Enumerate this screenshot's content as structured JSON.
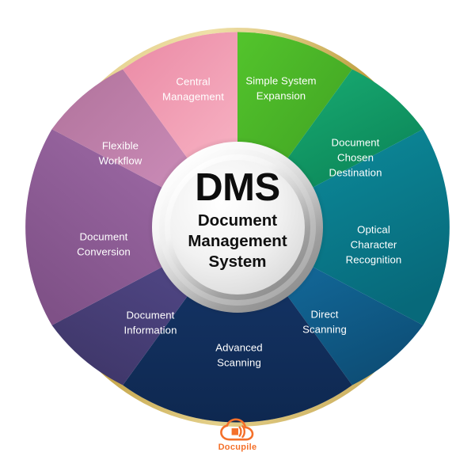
{
  "diagram": {
    "type": "segmented-wheel",
    "segment_count": 10,
    "hub": {
      "acronym": "DMS",
      "expansion_line_1": "Document",
      "expansion_line_2": "Management",
      "expansion_line_3": "System"
    },
    "ring_color": "#c9a84c",
    "segments": [
      {
        "id": "simple-system-expansion",
        "label_line_1": "Simple System",
        "label_line_2": "Expansion",
        "color": "#4cb828",
        "color_dark": "#3f9f22"
      },
      {
        "id": "document-chosen-destination",
        "label_line_1": "Document",
        "label_line_2": "Chosen",
        "label_line_3": "Destination",
        "color": "#11a06a",
        "color_dark": "#0c8a5b"
      },
      {
        "id": "optical-character-recognition",
        "label_line_1": "Optical",
        "label_line_2": "Character",
        "label_line_3": "Recognition",
        "color": "#0b8090",
        "color_dark": "#086d7c"
      },
      {
        "id": "direct-scanning",
        "label_line_1": "Direct",
        "label_line_2": "Scanning",
        "color": "#12618f",
        "color_dark": "#0e5079"
      },
      {
        "id": "advanced-scanning",
        "label_line_1": "Advanced",
        "label_line_2": "Scanning",
        "color": "#13315f",
        "color_dark": "#0f2750"
      },
      {
        "id": "document-information",
        "label_line_1": "Document",
        "label_line_2": "Information",
        "color": "#4d4481",
        "color_dark": "#40386e"
      },
      {
        "id": "document-conversion",
        "label_line_1": "Document",
        "label_line_2": "Conversion",
        "color": "#96609c",
        "color_dark": "#82538a"
      },
      {
        "id": "flexible-workflow",
        "label_line_1": "Flexible",
        "label_line_2": "Workflow",
        "color": "#c584b2",
        "color_dark": "#b1739f"
      },
      {
        "id": "central-management",
        "label_line_1": "Central",
        "label_line_2": "Management",
        "color": "#f4a9bd",
        "color_dark": "#ec93ab"
      }
    ]
  },
  "brand": {
    "name": "Docupile",
    "icon": "cloud-documents-icon",
    "color": "#f4702a"
  }
}
